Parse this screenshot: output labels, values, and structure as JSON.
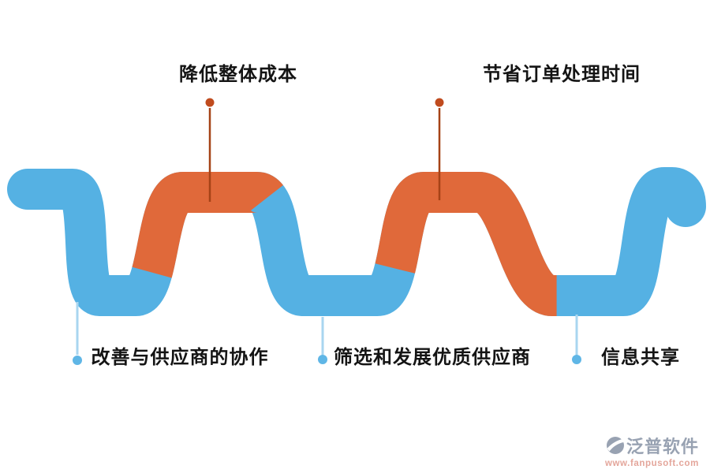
{
  "colors": {
    "wave_blue": "#55b1e3",
    "wave_orange": "#e0693a",
    "marker_top_line": "#a64317",
    "marker_top_dot": "#c04b1e",
    "marker_bottom_line": "#a9d6f0",
    "marker_bottom_dot": "#5fb6e6",
    "label_text": "#141414",
    "logo_gray": "#98a2b2",
    "logo_url_pink": "#e4a69b"
  },
  "benefits": {
    "top": [
      {
        "label": "降低整体成本"
      },
      {
        "label": "节省订单处理时间"
      }
    ],
    "bottom": [
      {
        "label": "改善与供应商的协作"
      },
      {
        "label": "筛选和发展优质供应商"
      },
      {
        "label": "信息共享"
      }
    ]
  },
  "logo": {
    "name": "泛普软件",
    "url": "www.fanpusoft.com"
  }
}
